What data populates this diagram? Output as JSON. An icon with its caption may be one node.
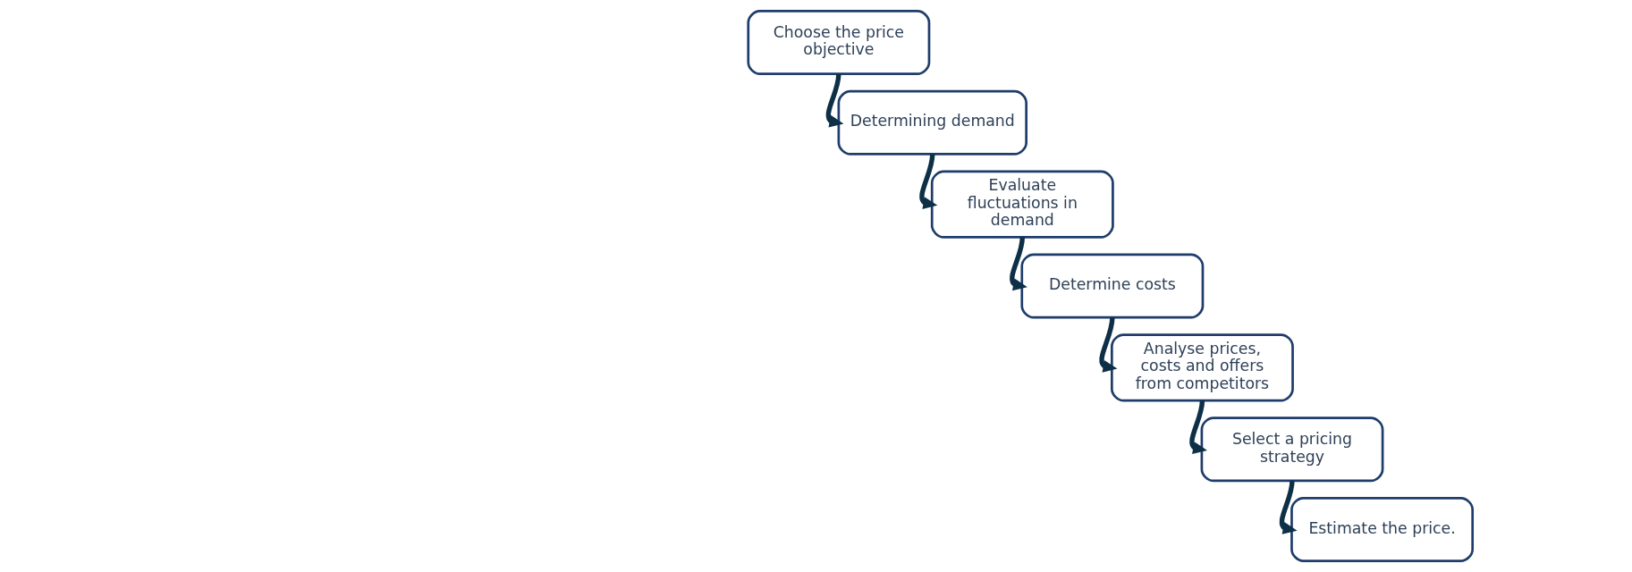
{
  "diagram": {
    "nodes": [
      {
        "text": [
          "Choose the price objective"
        ]
      },
      {
        "text": [
          "Determining demand"
        ]
      },
      {
        "text": [
          "Evaluate fluctuations in demand"
        ]
      },
      {
        "text": [
          "Determine costs"
        ]
      },
      {
        "text": [
          "Analyse prices, costs and offers from competitors"
        ]
      },
      {
        "text": [
          "Select a pricing strategy"
        ]
      },
      {
        "text": [
          "Estimate the price."
        ]
      }
    ],
    "edges": [
      {
        "from": 0,
        "to": 1,
        "arrow": "to"
      },
      {
        "from": 1,
        "to": 2,
        "arrow": "to"
      },
      {
        "from": 2,
        "to": 3,
        "arrow": "to"
      },
      {
        "from": 3,
        "to": 4,
        "arrow": "to"
      },
      {
        "from": 4,
        "to": 5,
        "arrow": "to"
      },
      {
        "from": 5,
        "to": 6,
        "arrow": "to"
      }
    ]
  }
}
